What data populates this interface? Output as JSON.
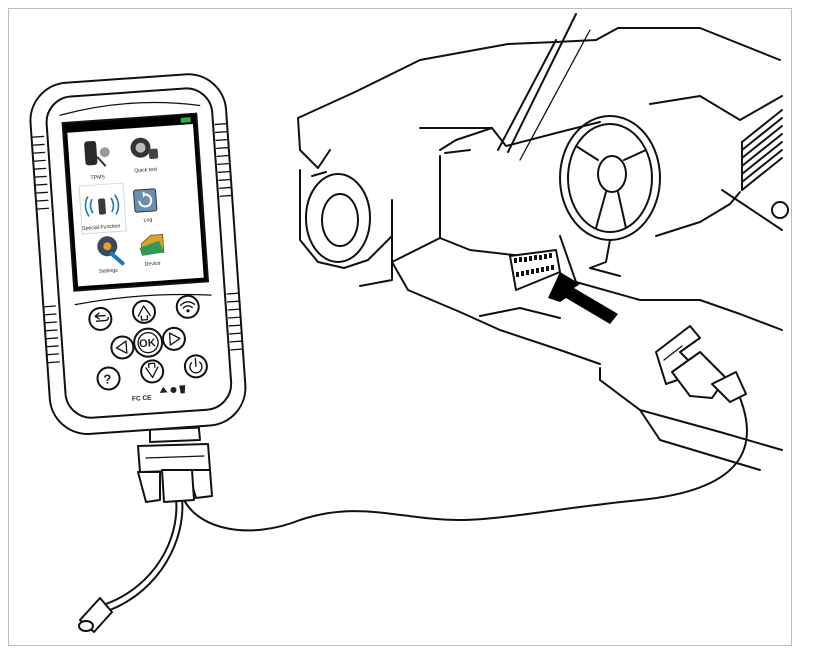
{
  "device": {
    "menu": [
      {
        "label": "TPMS",
        "icon": "tpms-sensor-icon"
      },
      {
        "label": "Quick test",
        "icon": "tire-gauge-icon"
      },
      {
        "label": "Special Function",
        "icon": "wireless-signal-icon"
      },
      {
        "label": "Log",
        "icon": "log-refresh-icon"
      },
      {
        "label": "Settings",
        "icon": "settings-gear-icon"
      },
      {
        "label": "Device",
        "icon": "folder-icon"
      }
    ],
    "keypad": {
      "ok_label": "OK",
      "help_label": "?"
    },
    "certification_marks": "FC CE"
  },
  "colors": {
    "line": "#111111",
    "screen_bg": "#ffffff",
    "frame_border": "#bdbdbd",
    "arrow": "#000000"
  }
}
